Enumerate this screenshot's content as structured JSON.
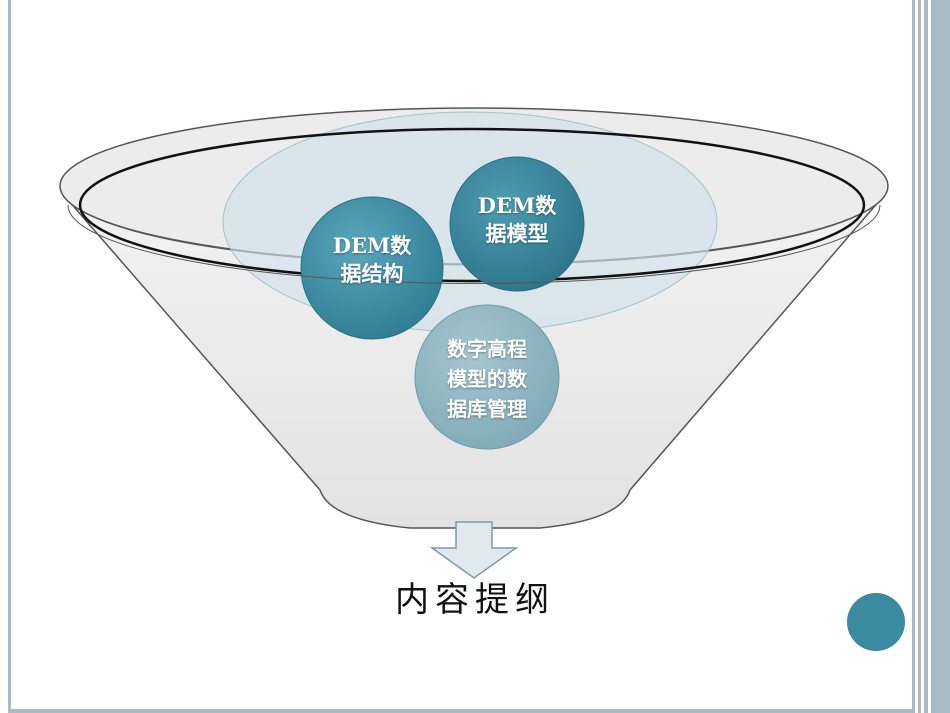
{
  "diagram": {
    "bubbles": [
      {
        "id": "structure",
        "label": "DEM数\n据结构"
      },
      {
        "id": "model",
        "label": "DEM数\n据模型"
      },
      {
        "id": "database",
        "label": "数字高程\n模型的数\n据库管理"
      }
    ],
    "caption": "内容提纲"
  },
  "colors": {
    "accent": "#3a8aa0",
    "bubble_light": "#8fb5c2",
    "halo": "#cfe2ea",
    "funnel_fill": "#e6e6e6",
    "frame": "#a9bcc6"
  }
}
